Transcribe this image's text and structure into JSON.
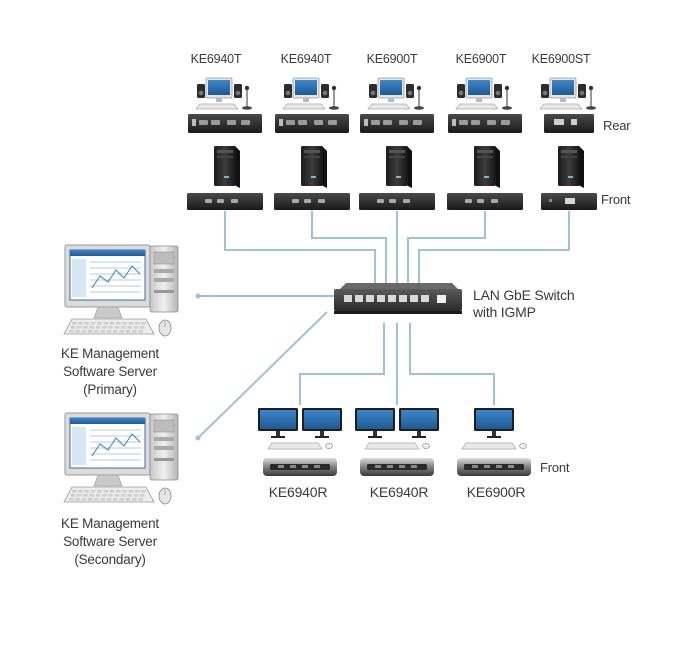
{
  "transmitters": [
    {
      "model": "KE6940T"
    },
    {
      "model": "KE6940T"
    },
    {
      "model": "KE6900T"
    },
    {
      "model": "KE6900T"
    },
    {
      "model": "KE6900ST"
    }
  ],
  "labels": {
    "rear": "Rear",
    "front_tx": "Front",
    "front_rx": "Front",
    "switch_line1": "LAN GbE Switch",
    "switch_line2": "with IGMP"
  },
  "receivers": [
    {
      "model": "KE6940R"
    },
    {
      "model": "KE6940R"
    },
    {
      "model": "KE6900R"
    }
  ],
  "servers": [
    {
      "line1": "KE Management",
      "line2": "Software Server",
      "line3": "(Primary)"
    },
    {
      "line1": "KE Management",
      "line2": "Software Server",
      "line3": "(Secondary)"
    }
  ],
  "colors": {
    "link_line": "#9ec3d6",
    "device_dark": "#2b2b2b",
    "monitor_frame": "#d9d9d9",
    "screen_blue": "#2f6fb0"
  }
}
